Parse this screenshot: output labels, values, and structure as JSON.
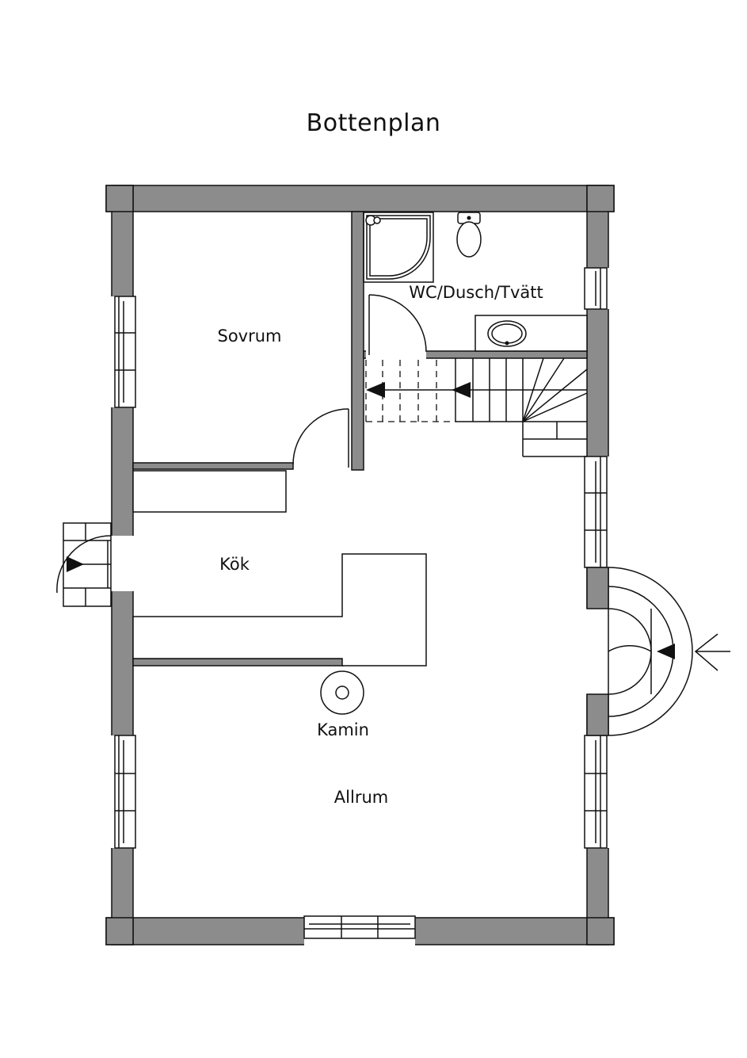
{
  "title": "Bottenplan",
  "rooms": {
    "sovrum": "Sovrum",
    "wc": "WC/Dusch/Tvätt",
    "kok": "Kök",
    "kamin": "Kamin",
    "allrum": "Allrum"
  },
  "colors": {
    "wall": "#8c8c8c",
    "line": "#111111",
    "background": "#ffffff"
  }
}
